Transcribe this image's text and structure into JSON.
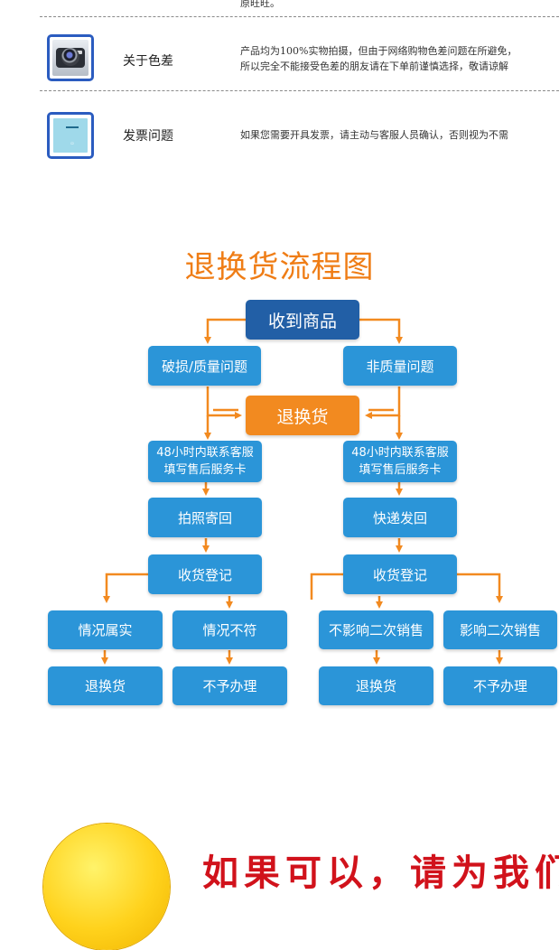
{
  "info": {
    "top_fragment": "原旺旺。",
    "rows": [
      {
        "title": "关于色差",
        "text_line1": "产品均为100%实物拍摄，但由于网络购物色差问题在所避免，",
        "text_line2": "所以完全不能接受色差的朋友请在下单前谨慎选择，敬请谅解"
      },
      {
        "title": "发票问题",
        "text_line1": "如果您需要开具发票，请主动与客服人员确认，否则视为不需"
      }
    ]
  },
  "flowchart": {
    "title": "退换货流程图",
    "start": "收到商品",
    "left_branch": "破损/质量问题",
    "right_branch": "非质量问题",
    "middle": "退换货",
    "contact_line1": "48小时内联系客服",
    "contact_line2": "填写售后服务卡",
    "left_step": "拍照寄回",
    "right_step": "快递发回",
    "register": "收货登记",
    "outcomes": [
      "情况属实",
      "情况不符",
      "不影响二次销售",
      "影响二次销售"
    ],
    "results": [
      "退换货",
      "不予办理",
      "退换货",
      "不予办理"
    ]
  },
  "banner": {
    "text": "如果可以，请为我们"
  },
  "colors": {
    "title_orange": "#ef7d16",
    "box_blue": "#2b95d8",
    "box_dark_blue": "#225fa6",
    "box_orange": "#f28a20",
    "banner_red": "#d1121b"
  }
}
